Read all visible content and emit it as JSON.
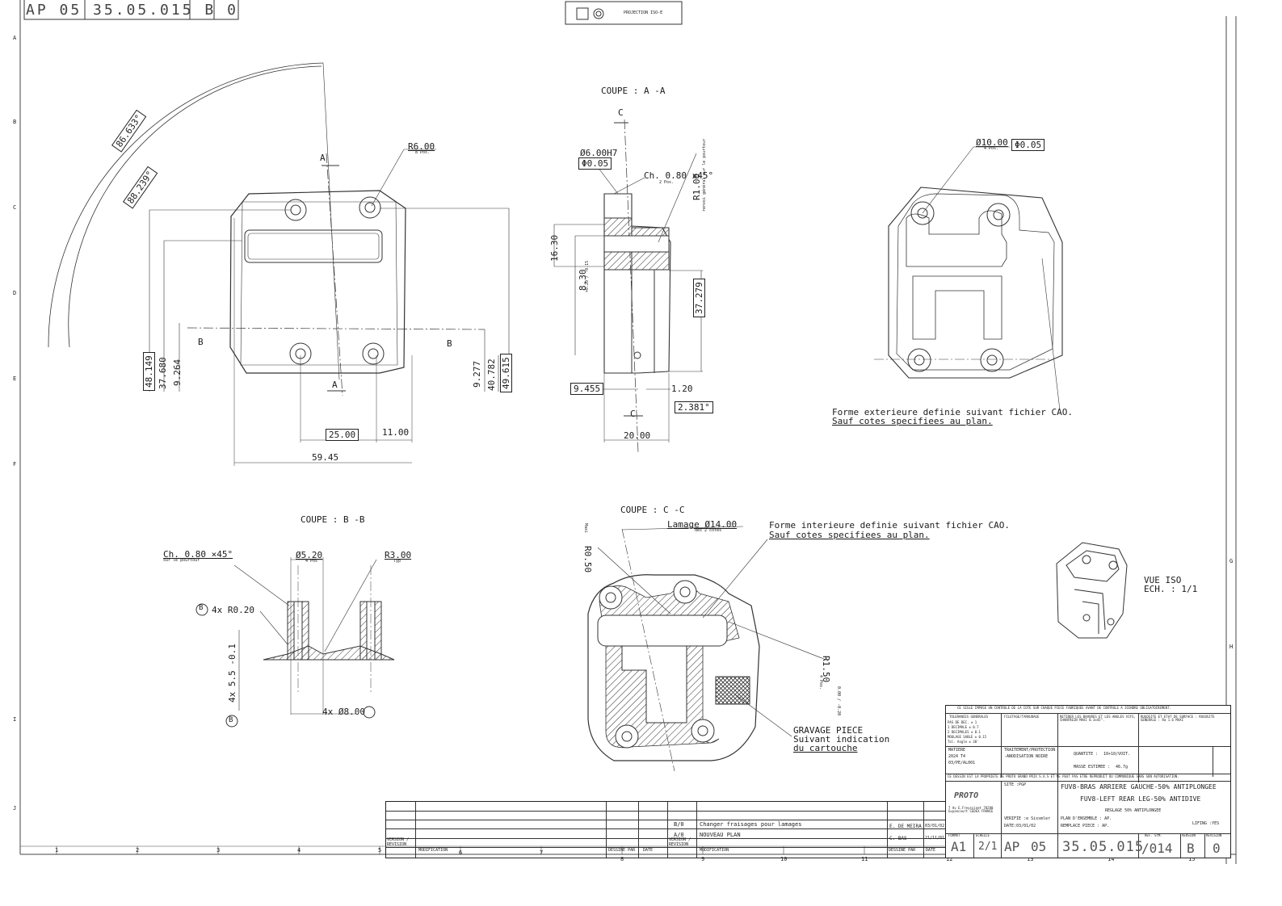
{
  "header": {
    "drawing_ref_fragment": "AP 05 35.05.015 B 0",
    "projection": "PROJECTION ISO-E"
  },
  "border": {
    "columns": [
      "1",
      "2",
      "3",
      "4",
      "5",
      "6",
      "7",
      "8",
      "9",
      "10",
      "11",
      "12",
      "13",
      "14",
      "15"
    ],
    "rows": [
      "A",
      "B",
      "C",
      "D",
      "E",
      "F",
      "G",
      "H",
      "I",
      "J"
    ]
  },
  "view_plan": {
    "dims": {
      "arc_outer": "86.633°",
      "arc_inner": "88.239°",
      "r6": "R6.00",
      "r6_note": "8 Pos.",
      "h1": "48.149",
      "h2": "37.680",
      "h3": "9.264",
      "h4": "9.277",
      "h5": "40.782",
      "h6": "49.615",
      "w1": "25.00",
      "w2": "11.00",
      "w3": "59.45"
    },
    "section_marks": {
      "a_top": "A",
      "a_bottom": "A",
      "b_left": "B",
      "b_right": "B"
    }
  },
  "view_aa": {
    "title": "COUPE : A -A",
    "c_top": "C",
    "c_bottom": "C",
    "hole": "Ø6.00H7",
    "hole_tol": "Φ0.05",
    "chamfer": "Ch. 0.80 x45°",
    "chamfer_note": "2 Pos.",
    "radius": "R1.00",
    "radius_note": "renvoi général sur le pourtour",
    "d_1630": "16.30",
    "d_830": "8.30",
    "d_830_tol": "+0.20 / -0.15",
    "d_37279": "37.279",
    "d_9455": "9.455",
    "d_120": "1.20",
    "d_2381": "2.381°",
    "d_2000": "20.00"
  },
  "view_right": {
    "hole": "Ø10.00",
    "hole_note": "4 Pos.",
    "hole_tol": "Φ0.05",
    "note_line1": "Forme exterieure definie suivant fichier CAO.",
    "note_line2": "Sauf cotes specifiees au plan."
  },
  "view_bb": {
    "title": "COUPE : B -B",
    "chamfer": "Ch. 0.80 ×45°",
    "chamfer_note": "sur le pourtour",
    "hole": "Ø5.20",
    "hole_note": "4 Pos",
    "radius": "R3.00",
    "radius_note": "Typ",
    "r020": "4x R0.20",
    "callout_b": "B",
    "vert": "4x 5.5 -0.1",
    "bottom": "4x Ø8.00",
    "callout_b2": "B"
  },
  "view_cc": {
    "title": "COUPE : C -C",
    "r050": "R0.50",
    "r050_note": "Maxi",
    "lamage": "Lamage Ø14.00",
    "lamage_note": "des 2 cotes",
    "note_line1": "Forme interieure definie suivant fichier CAO.",
    "note_line2": "Sauf cotes specifiees au plan.",
    "r150": "R1.50",
    "r150_tol": "0.00 / -0.20",
    "r150_note": "4 Pos.",
    "engrave1": "GRAVAGE PIECE",
    "engrave2": "Suivant indication",
    "engrave3": "du cartouche"
  },
  "view_iso": {
    "label1": "VUE ISO",
    "label2": "ECH. : 1/1"
  },
  "title_block": {
    "notice": "CE SIGLE IMPOSE UN CONTROLE DE LA COTE SUR CHAQUE PIECE FABRIQUEE AVANT DE CONTROLE A JOINDRE OBLIGATOIREMENT.",
    "tol_title": "TOLERANCES GENERALES",
    "tol_lines": [
      "PAS DE DEC.   ± 1",
      "1 DECIMALE    ± 0.7",
      "2 DECIMALES   ± 0.1",
      "MOULAGE SABLE ± 0.15",
      "Tol. Angle    ± 30'"
    ],
    "filet": "FILETAGE/TARAUDAGE",
    "retirer": "RETIRER LES BAVURES ET LES ANGLES VIFS, CHANFREIN MAXI 0.3x45°.",
    "rugosite": "RUGOSITE ET ETAT DE SURFACE : RUGOSITE GENERALE : Ra 1.6 MAXI",
    "material_label": "MATIERE",
    "material": "2024 T4",
    "material2": "03/PE/AL001",
    "treat_label": "TRAITEMENT/PROTECTION",
    "treat": "-ANODISATION NOIRE",
    "qty_label": "QUANTITE :",
    "qty": "10+10/VOIT.",
    "mass_label": "MASSE ESTIMEE :",
    "mass": "46.7g",
    "prop": "CE DESSIN EST LA PROPRIETE DE PROTO GRAND PRIX S.A.S ET NE PEUT PAS ETRE REPRODUIT OU COMMUNIQUE SANS SON AUTORISATION.",
    "company": "PROTO",
    "company_addr": "7 Av E.Freyssinet 78280 Guyancourt CEDEX FRANCE",
    "site": "SITE :PGP",
    "verifie": "VERIFIE :e Sixsmler",
    "date": "DATE:03/01/02",
    "title_fr": "FUV8-BRAS ARRIERE GAUCHE-50% ANTIPLONGEE",
    "title_en": "FUV8-LEFT REAR LEG-50% ANTIDIVE",
    "sub": "REGLAGE 50% ANTIPLONGEE",
    "plan_ensemble": "PLAN D'ENSEMBLE : AP.",
    "remplace": "REMPLACE PIECE : AP.",
    "lifing": "LIFING :YES",
    "format_label": "FORMAT",
    "format": "A1",
    "echelle_label": "ECHELLE",
    "echelle": "2/1",
    "ap": "AP",
    "ap_num": "05",
    "drawing_no": "35.05.015",
    "ref_label": "REF. SYM.",
    "ref": "/014",
    "version_label": "VERSION",
    "version": "B",
    "revision_label": "REVISION",
    "revision": "0"
  },
  "revisions": {
    "rows": [
      {
        "ver": "B/0",
        "mod": "Changer fraisages pour lamages",
        "by": "E. DE MEIRA",
        "date": "03/01/02"
      },
      {
        "ver": "A/0",
        "mod": "NOUVEAU PLAN",
        "by": "C. BAS",
        "date": "21/11/01"
      }
    ],
    "h_version": "VERSION / REVISION",
    "h_mod": "MODIFICATION",
    "h_by": "DESSINE PAR",
    "h_date": "DATE"
  }
}
